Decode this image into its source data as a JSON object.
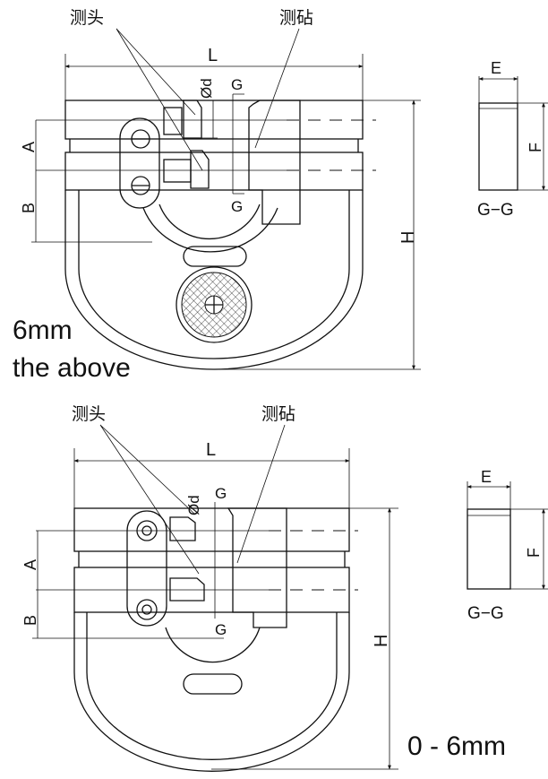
{
  "top": {
    "probe_label": "测头",
    "anvil_label": "测砧",
    "dim_L": "L",
    "dim_d": "Ød",
    "dim_G_top": "G",
    "dim_G_bottom": "G",
    "dim_A": "A",
    "dim_B": "B",
    "dim_H": "H",
    "section_E": "E",
    "section_F": "F",
    "section_label": "G−G",
    "range_line1": "6mm",
    "range_line2": "the above"
  },
  "bottom": {
    "probe_label": "测头",
    "anvil_label": "测砧",
    "dim_L": "L",
    "dim_d": "Ød",
    "dim_G_top": "G",
    "dim_G_bottom": "G",
    "dim_A": "A",
    "dim_B": "B",
    "dim_H": "H",
    "section_E": "E",
    "section_F": "F",
    "section_label": "G−G",
    "range": "0 - 6mm"
  }
}
